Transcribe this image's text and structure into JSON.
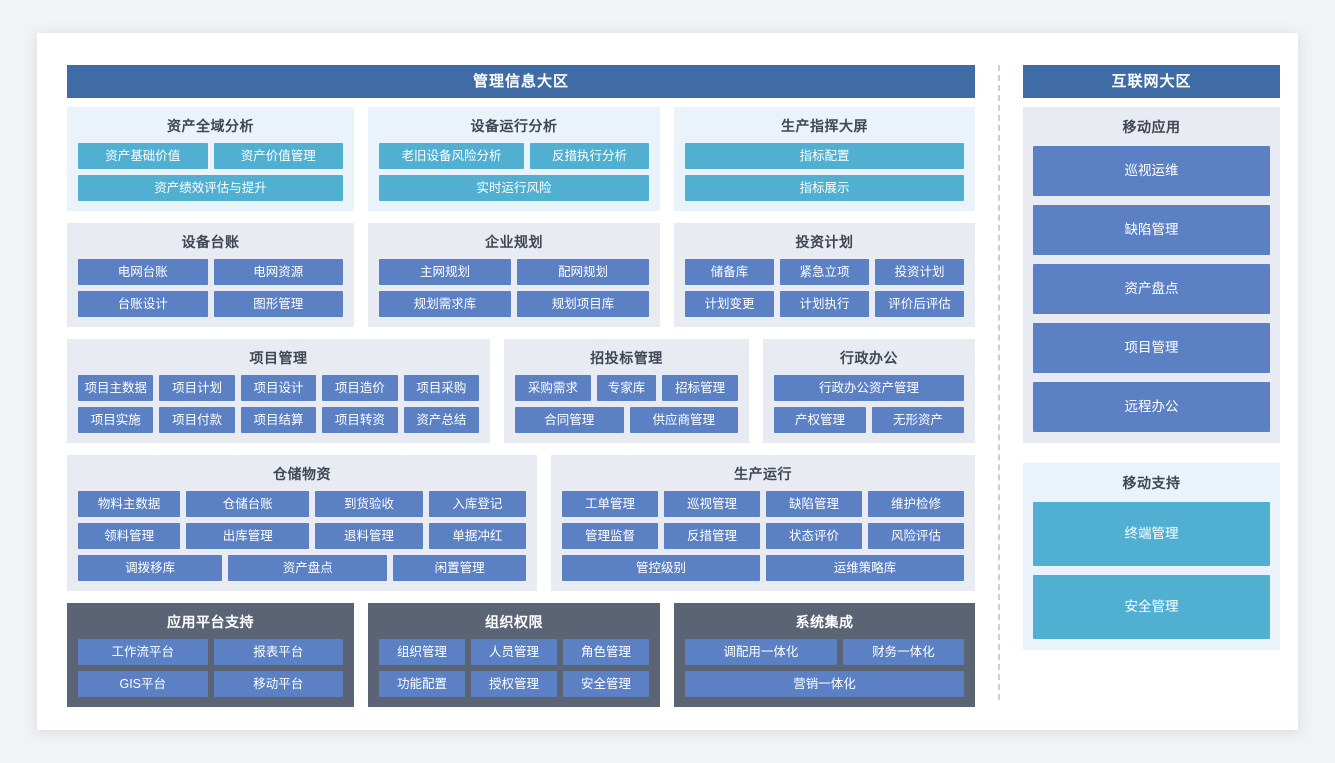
{
  "colors": {
    "zone_header": "#3f6ca4",
    "tile_cyan": "#51b0d2",
    "tile_blue": "#5b81c4",
    "panel_cyan_bg": "#eaf3fa",
    "panel_gray_bg": "#e8ecf2",
    "panel_dark_bg": "#5a6474",
    "page_bg": "#ffffff",
    "canvas_bg": "#f2f3f5"
  },
  "zones": {
    "left": {
      "title": "管理信息大区"
    },
    "right": {
      "title": "互联网大区"
    }
  },
  "left_groups": {
    "row1": [
      {
        "title": "资产全域分析",
        "panel": "cyan",
        "tile_color": "cyan",
        "rows": [
          [
            "资产基础价值",
            "资产价值管理"
          ],
          [
            "资产绩效评估与提升"
          ]
        ]
      },
      {
        "title": "设备运行分析",
        "panel": "cyan",
        "tile_color": "cyan",
        "rows": [
          [
            "老旧设备风险分析",
            "反措执行分析"
          ],
          [
            "实时运行风险"
          ]
        ]
      },
      {
        "title": "生产指挥大屏",
        "panel": "cyan",
        "tile_color": "cyan",
        "rows": [
          [
            "指标配置"
          ],
          [
            "指标展示"
          ]
        ]
      }
    ],
    "row2": [
      {
        "title": "设备台账",
        "panel": "gray",
        "tile_color": "blue",
        "rows": [
          [
            "电网台账",
            "电网资源"
          ],
          [
            "台账设计",
            "图形管理"
          ]
        ]
      },
      {
        "title": "企业规划",
        "panel": "gray",
        "tile_color": "blue",
        "rows": [
          [
            "主网规划",
            "配网规划"
          ],
          [
            "规划需求库",
            "规划项目库"
          ]
        ]
      },
      {
        "title": "投资计划",
        "panel": "gray",
        "tile_color": "blue",
        "rows": [
          [
            "储备库",
            "紧急立项",
            "投资计划"
          ],
          [
            "计划变更",
            "计划执行",
            "评价后评估"
          ]
        ]
      }
    ],
    "row3": [
      {
        "title": "项目管理",
        "panel": "gray",
        "tile_color": "blue",
        "rows": [
          [
            "项目主数据",
            "项目计划",
            "项目设计",
            "项目造价",
            "项目采购"
          ],
          [
            "项目实施",
            "项目付款",
            "项目结算",
            "项目转资",
            "资产总结"
          ]
        ]
      },
      {
        "title": "招投标管理",
        "panel": "gray",
        "tile_color": "blue",
        "rows": [
          [
            "采购需求",
            "专家库",
            "招标管理"
          ],
          [
            "合同管理",
            "供应商管理"
          ]
        ]
      },
      {
        "title": "行政办公",
        "panel": "gray",
        "tile_color": "blue",
        "rows": [
          [
            "行政办公资产管理"
          ],
          [
            "产权管理",
            "无形资产"
          ]
        ]
      }
    ],
    "row4": [
      {
        "title": "仓储物资",
        "panel": "gray",
        "tile_color": "blue",
        "rows": [
          [
            "物料主数据",
            "仓储台账",
            "到货验收",
            "入库登记"
          ],
          [
            "领料管理",
            "出库管理",
            "退料管理",
            "单据冲红"
          ],
          [
            "调拨移库",
            "资产盘点",
            "闲置管理"
          ]
        ]
      },
      {
        "title": "生产运行",
        "panel": "gray",
        "tile_color": "blue",
        "rows": [
          [
            "工单管理",
            "巡视管理",
            "缺陷管理",
            "维护检修"
          ],
          [
            "管理监督",
            "反措管理",
            "状态评价",
            "风险评估"
          ],
          [
            "管控级别",
            "运维策略库"
          ]
        ]
      }
    ],
    "row5": [
      {
        "title": "应用平台支持",
        "panel": "dark",
        "tile_color": "blue",
        "rows": [
          [
            "工作流平台",
            "报表平台"
          ],
          [
            "GIS平台",
            "移动平台"
          ]
        ]
      },
      {
        "title": "组织权限",
        "panel": "dark",
        "tile_color": "blue",
        "rows": [
          [
            "组织管理",
            "人员管理",
            "角色管理"
          ],
          [
            "功能配置",
            "授权管理",
            "安全管理"
          ]
        ]
      },
      {
        "title": "系统集成",
        "panel": "dark",
        "tile_color": "blue",
        "rows": [
          [
            "调配用一体化",
            "财务一体化"
          ],
          [
            "营销一体化"
          ]
        ]
      }
    ]
  },
  "right_groups": [
    {
      "title": "移动应用",
      "panel": "gray",
      "tile_color": "blue",
      "tiles": [
        "巡视运维",
        "缺陷管理",
        "资产盘点",
        "项目管理",
        "远程办公"
      ]
    },
    {
      "title": "移动支持",
      "panel": "cyan",
      "tile_color": "cyan",
      "tiles": [
        "终端管理",
        "安全管理"
      ]
    }
  ]
}
